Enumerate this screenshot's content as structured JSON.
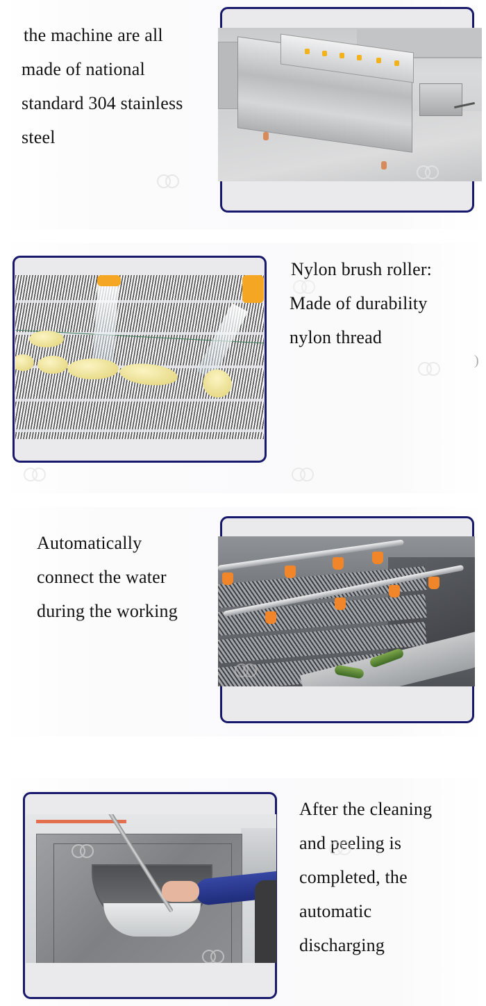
{
  "sections": [
    {
      "id": "material",
      "caption_lines": [
        "the machine are all",
        "made of national",
        "standard 304 stainless",
        "steel"
      ],
      "image_alt": "Stainless steel brush roller peeling machine"
    },
    {
      "id": "brush",
      "caption_lines": [
        "Nylon brush roller:",
        "Made of durability",
        "nylon thread"
      ],
      "image_alt": "Nylon brush rollers washing potatoes"
    },
    {
      "id": "water",
      "caption_lines": [
        "Automatically",
        "connect the water",
        "during the working"
      ],
      "image_alt": "Spray pipes with orange nozzles above brush rollers"
    },
    {
      "id": "discharge",
      "caption_lines": [
        "After the cleaning",
        "and peeling is",
        "completed, the",
        "automatic",
        "discharging"
      ],
      "image_alt": "Operator pulling discharge door lever"
    }
  ],
  "stray_glyph": ")",
  "colors": {
    "frame_border": "#17186b",
    "frame_fill": "#eaeaec",
    "text": "#111111",
    "nozzle_orange": "#f0852a",
    "potato_yellow": "#f1e6a4"
  },
  "watermark_icon": "gg-logo-watermark"
}
